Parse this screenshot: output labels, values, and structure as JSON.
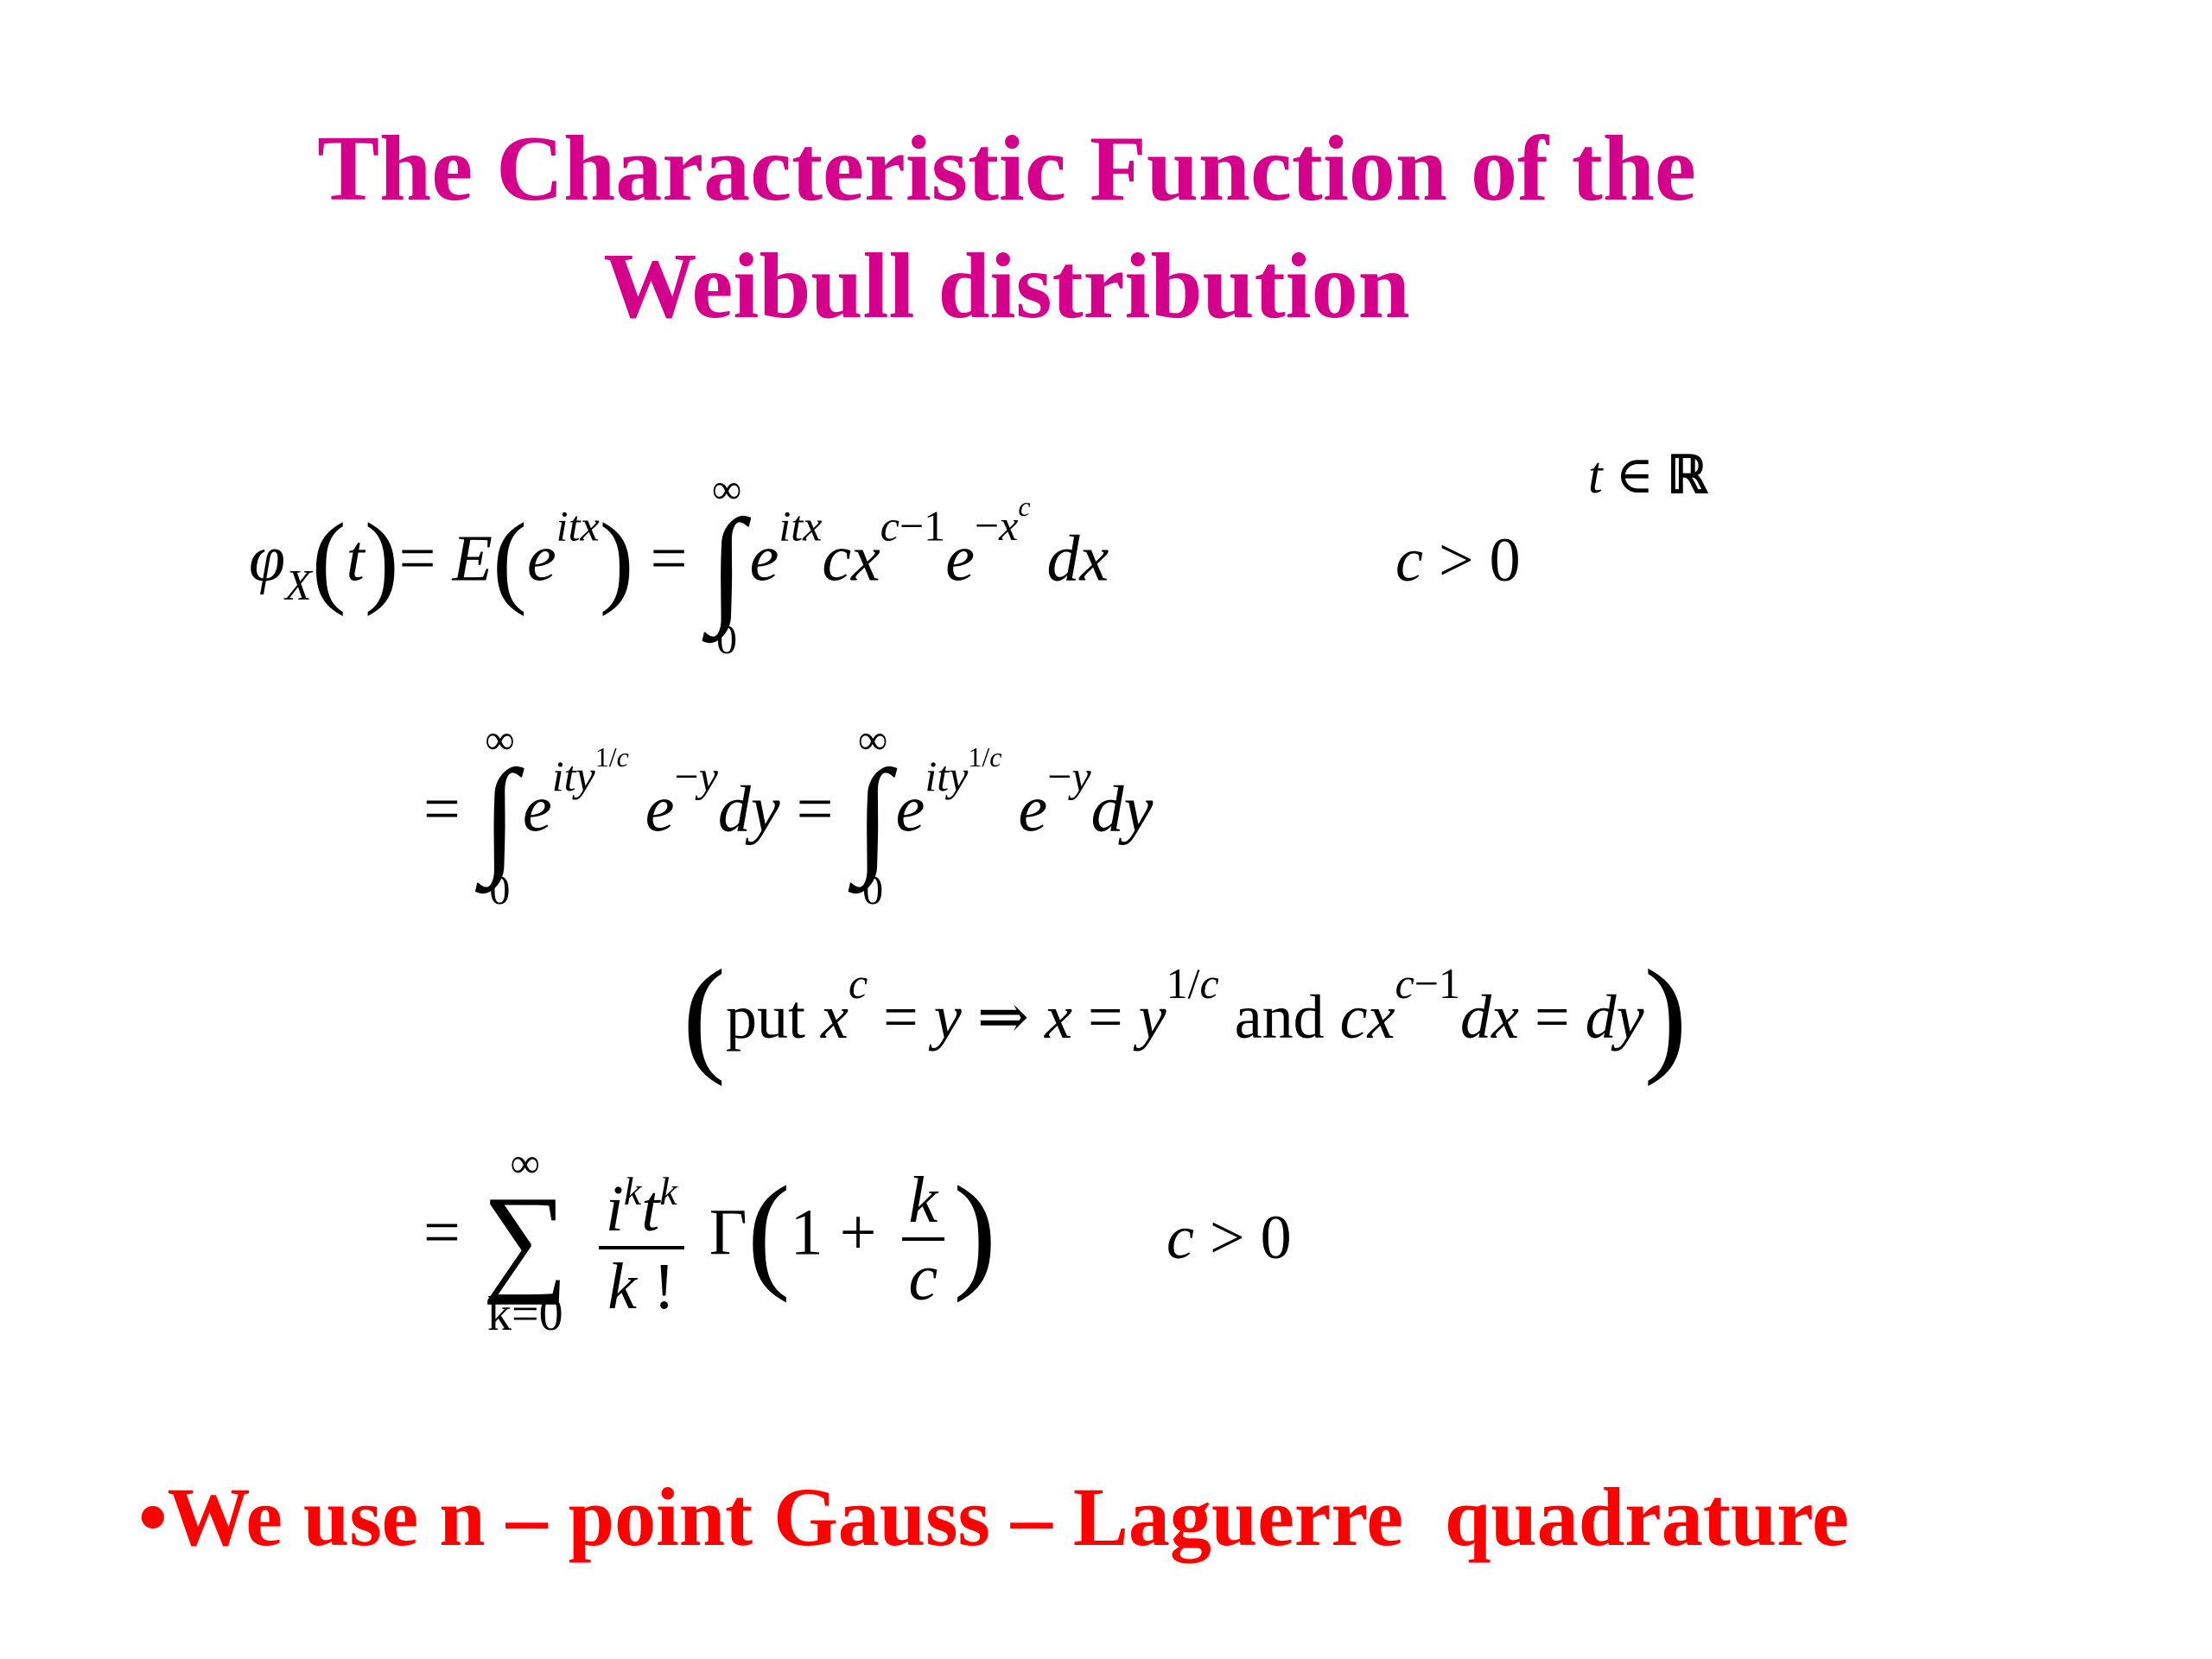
{
  "title": {
    "line1": "The Characteristic Function of the",
    "line2": "Weibull distribution"
  },
  "equations": {
    "domain_note": "t ∈ ℝ",
    "condition": "c > 0",
    "line1": {
      "lhs": "φX(t) = E(e^{itx}) = ∫_0^∞ e^{itx} c x^{c−1} e^{−x^c} dx",
      "upper_limit": "∞",
      "lower_limit": "0"
    },
    "line2": {
      "expr": "= ∫_0^∞ e^{i t y^{1/c}} e^{−y} dy = ∫_0^∞ e^{i t y^{1/c}} e^{−y} dy",
      "upper_limit": "∞",
      "lower_limit": "0"
    },
    "substitution": {
      "put": "put",
      "and": "and"
    },
    "series": {
      "upper_limit": "∞",
      "lower_limit": "k=0",
      "condition": "c > 0"
    }
  },
  "bullet": "•We use n – point Gauss – Laguerre  quadrature"
}
